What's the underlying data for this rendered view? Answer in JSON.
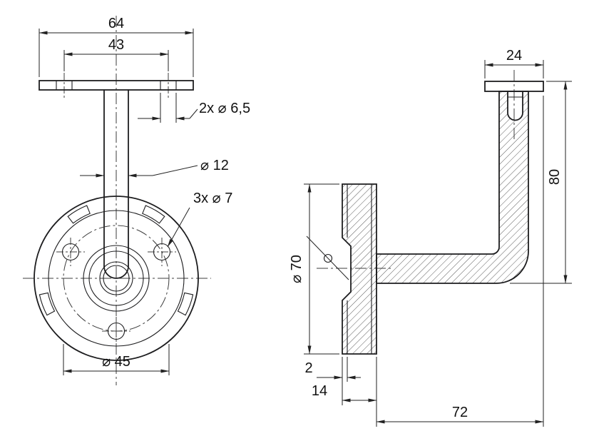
{
  "page": {
    "background": "#ffffff"
  },
  "colors": {
    "line": "#1d1d1f",
    "dimension": "#222222",
    "hatch": "#4a4a4a"
  },
  "front_view": {
    "dim_plate_width": "64",
    "dim_hole_spacing": "43",
    "dim_slot_holes": "2x ⌀ 6,5",
    "dim_stem_diameter": "⌀ 12",
    "dim_base_holes": "3x ⌀ 7",
    "dim_bolt_circle": "⌀ 45"
  },
  "side_view": {
    "dim_saddle_width": "24",
    "dim_height": "80",
    "dim_base_diameter": "⌀ 70",
    "dim_rim_thickness": "2",
    "dim_base_depth": "14",
    "dim_reach": "72"
  }
}
